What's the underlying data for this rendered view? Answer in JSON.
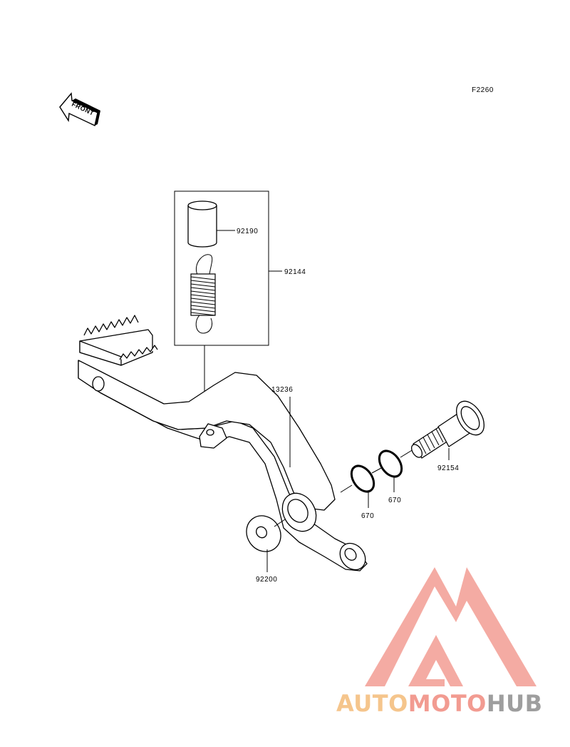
{
  "diagram_code": "F2260",
  "front_label": "FRONT",
  "parts": {
    "p92190": "92190",
    "p92144": "92144",
    "p13236": "13236",
    "p92154": "92154",
    "p670a": "670",
    "p670b": "670",
    "p92200": "92200"
  },
  "watermark": {
    "part1": "AUTO",
    "part2": "MOTO",
    "part3": "HUB",
    "colors": {
      "auto": "#f5c58c",
      "moto": "#f29b91",
      "hub": "#9e9e9e",
      "logo": "#f3a39a"
    }
  }
}
